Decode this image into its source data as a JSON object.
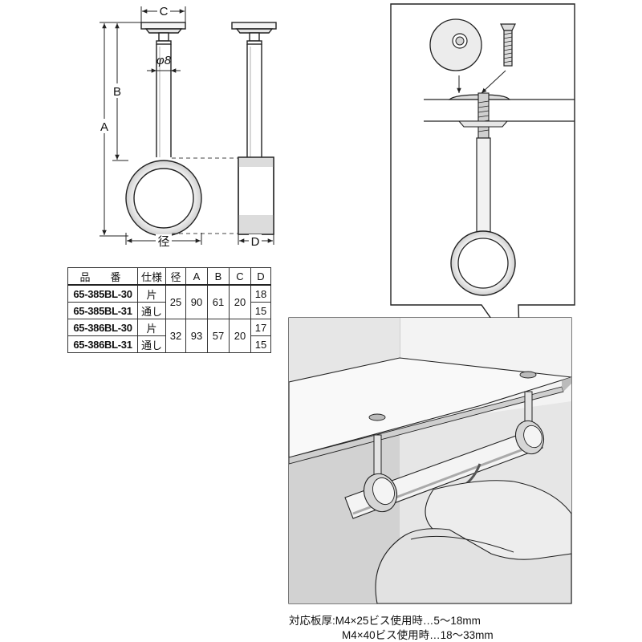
{
  "dimensions": {
    "c": "C",
    "phi8": "φ8",
    "b": "B",
    "a": "A",
    "kei": "径",
    "d": "D"
  },
  "table": {
    "headers": [
      "品　番",
      "仕様",
      "径",
      "A",
      "B",
      "C",
      "D"
    ],
    "groups": [
      {
        "kei": "25",
        "a": "90",
        "b": "61",
        "c": "20",
        "rows": [
          {
            "model": "65-385BL-30",
            "spec": "片",
            "d": "18"
          },
          {
            "model": "65-385BL-31",
            "spec": "通し",
            "d": "15"
          }
        ]
      },
      {
        "kei": "32",
        "a": "93",
        "b": "57",
        "c": "20",
        "rows": [
          {
            "model": "65-386BL-30",
            "spec": "片",
            "d": "17"
          },
          {
            "model": "65-386BL-31",
            "spec": "通し",
            "d": "15"
          }
        ]
      }
    ]
  },
  "notes": {
    "line1": "対応板厚:M4×25ビス使用時…5～18mm",
    "line2": "M4×40ビス使用時…18～33mm"
  }
}
